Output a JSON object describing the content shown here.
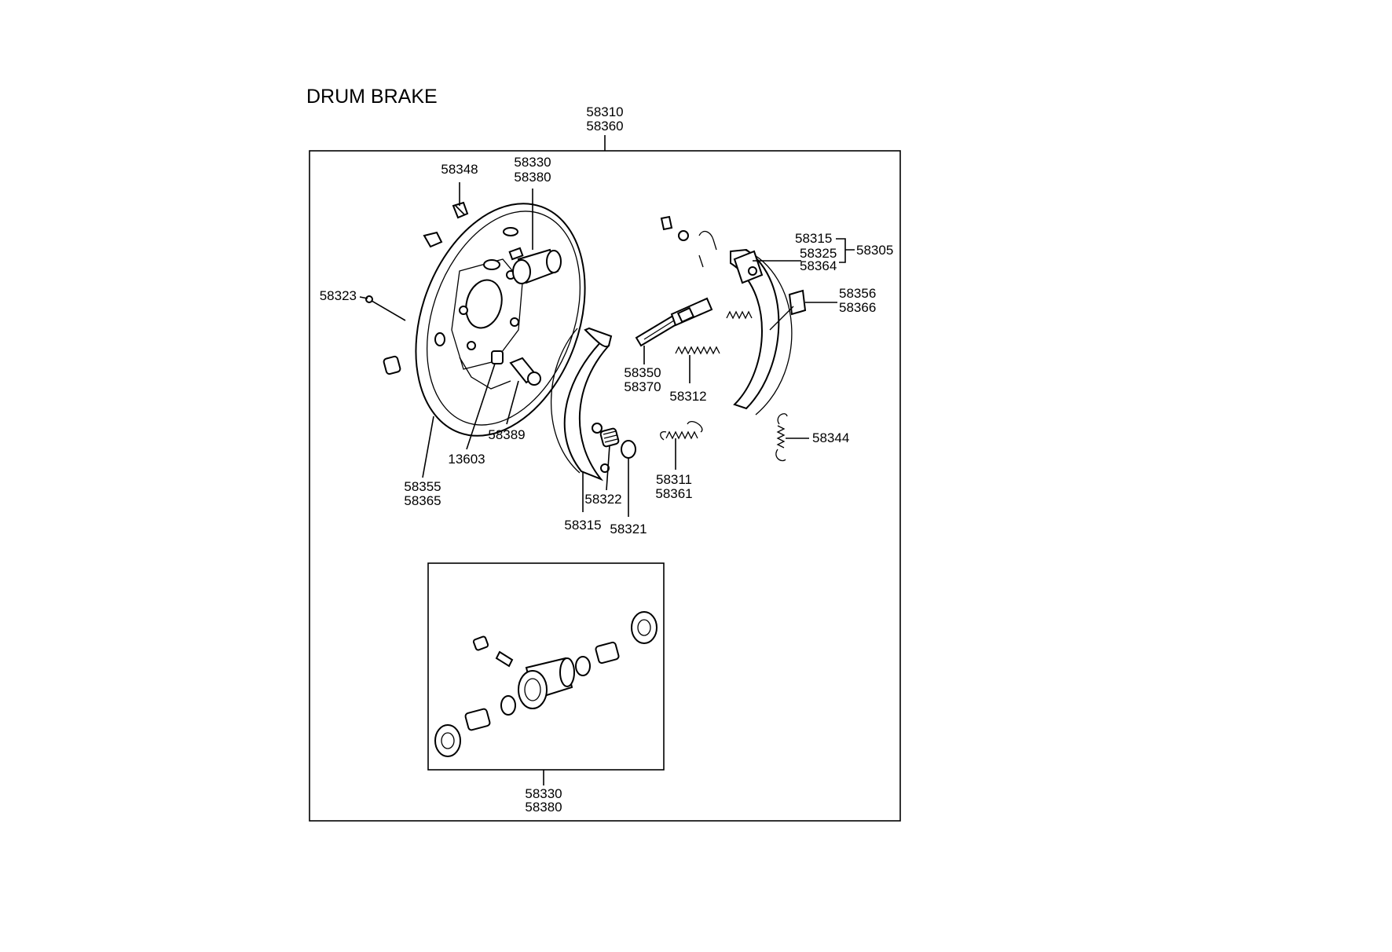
{
  "title": "DRUM BRAKE",
  "labels": {
    "assembly_a": "58310",
    "assembly_b": "58360",
    "bolt": "58348",
    "wheel_cyl_a": "58330",
    "wheel_cyl_b": "58380",
    "pin": "58323",
    "shoe_lever_a": "58315",
    "shoe_lever_b": "58325",
    "shoe_lever_c": "58364",
    "shoe_kit": "58305",
    "lever_a": "58356",
    "lever_b": "58366",
    "adjuster_a": "58350",
    "adjuster_b": "58370",
    "adjuster_spring": "58312",
    "bleeder": "58389",
    "nut": "13603",
    "plate_a": "58355",
    "plate_b": "58365",
    "retainer_spring": "58322",
    "shoe": "58315",
    "cup": "58321",
    "lower_spring_a": "58311",
    "lower_spring_b": "58361",
    "spring": "58344",
    "inset_cyl_a": "58330",
    "inset_cyl_b": "58380"
  }
}
